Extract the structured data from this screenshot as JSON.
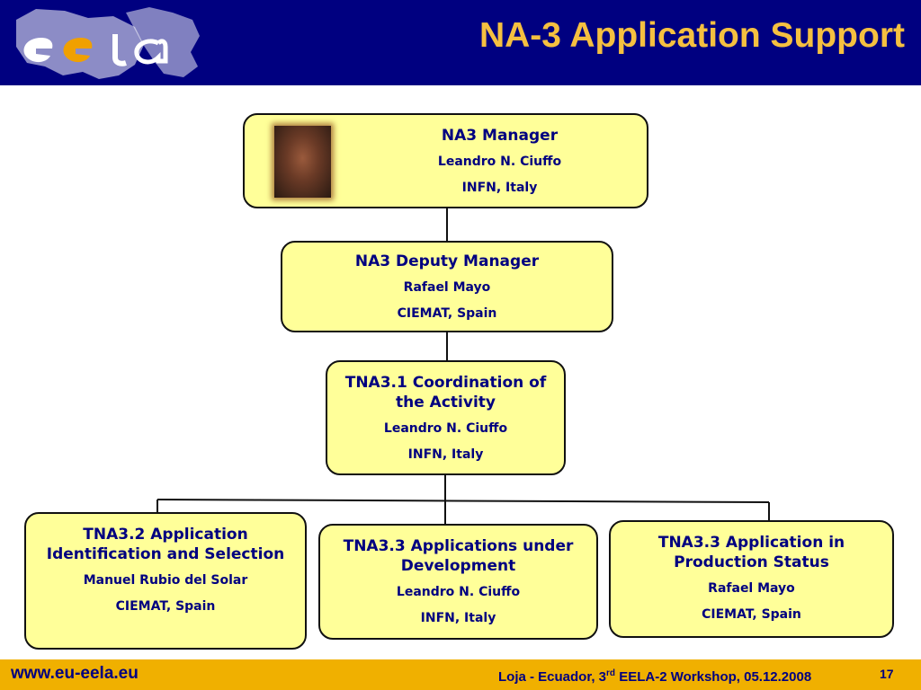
{
  "header": {
    "logo_text": "ee la",
    "title": "NA-3 Application Support",
    "colors": {
      "background": "#000080",
      "title": "#f5c040"
    }
  },
  "org_chart": {
    "manager": {
      "role": "NA3 Manager",
      "person": "Leandro N. Ciuffo",
      "org": "INFN, Italy"
    },
    "deputy": {
      "role": "NA3 Deputy Manager",
      "person": "Rafael Mayo",
      "org": "CIEMAT, Spain"
    },
    "tna31": {
      "role": "TNA3.1 Coordination of the Activity",
      "person": "Leandro N. Ciuffo",
      "org": "INFN, Italy"
    },
    "tna32": {
      "role": "TNA3.2 Application Identification and Selection",
      "person": "Manuel Rubio del Solar",
      "org": "CIEMAT, Spain"
    },
    "tna33_dev": {
      "role": "TNA3.3 Applications under Development",
      "person": "Leandro N. Ciuffo",
      "org": "INFN, Italy"
    },
    "tna33_prod": {
      "role": "TNA3.3 Application in Production Status",
      "person": "Rafael Mayo",
      "org": "CIEMAT, Spain"
    },
    "colors": {
      "box_fill": "#ffff99",
      "box_border": "#111111",
      "text": "#000080"
    }
  },
  "footer": {
    "url": "www.eu-eela.eu",
    "event_prefix": "Loja - Ecuador, 3",
    "event_superscript": "rd",
    "event_suffix": " EELA-2 Workshop, 05.12.2008",
    "page_number": "17",
    "colors": {
      "background": "#f0b000",
      "text": "#000080"
    }
  }
}
